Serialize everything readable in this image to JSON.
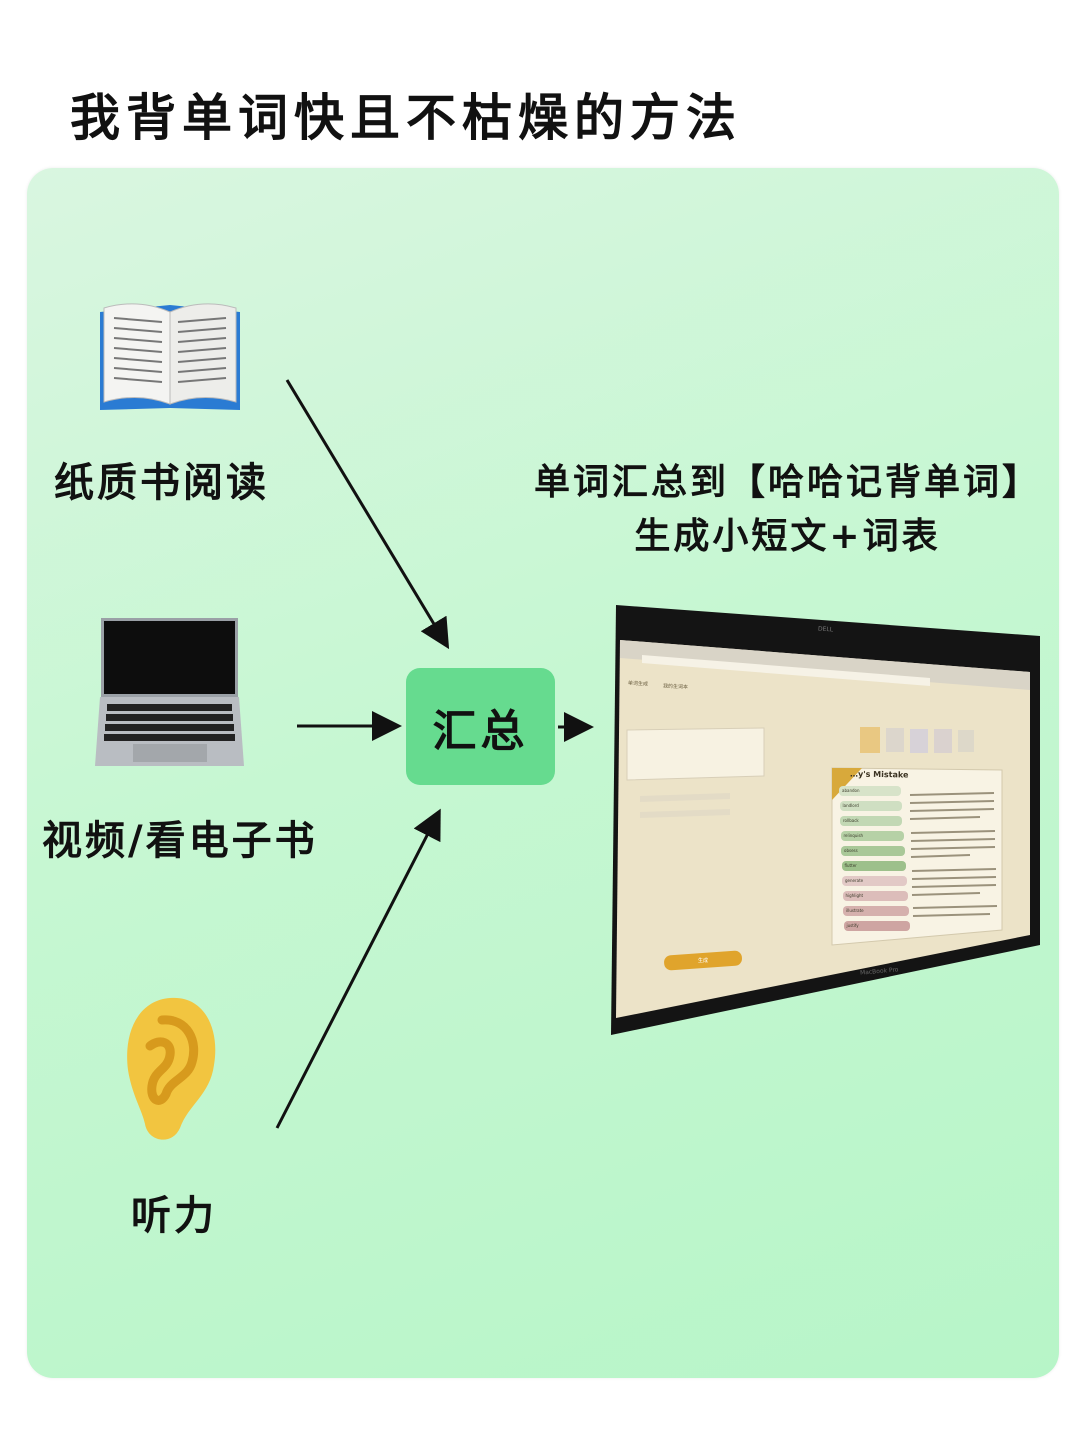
{
  "title": "我背单词快且不枯燥的方法",
  "sources": [
    {
      "label": "纸质书阅读",
      "icon": "open-book-icon"
    },
    {
      "label": "视频/看电子书",
      "icon": "laptop-icon"
    },
    {
      "label": "听力",
      "icon": "ear-icon"
    }
  ],
  "hub": {
    "label": "汇总"
  },
  "output": {
    "caption_line1": "单词汇总到【哈哈记背单词】",
    "caption_line2": "生成小短文+词表",
    "screenshot": {
      "tabs": [
        "单词生成",
        "我的生词本"
      ],
      "story_title": "…y's Mistake",
      "words": [
        "abandon",
        "landlord",
        "rollback",
        "relinquish",
        "obsess",
        "flutter",
        "generate",
        "highlight",
        "illustrate",
        "justify"
      ],
      "button": "生成",
      "brand_top": "DELL",
      "brand_bottom": "MacBook Pro"
    }
  },
  "colors": {
    "hub": "#66db8f",
    "panel": "#c6f7d2",
    "arrow": "#111111"
  }
}
